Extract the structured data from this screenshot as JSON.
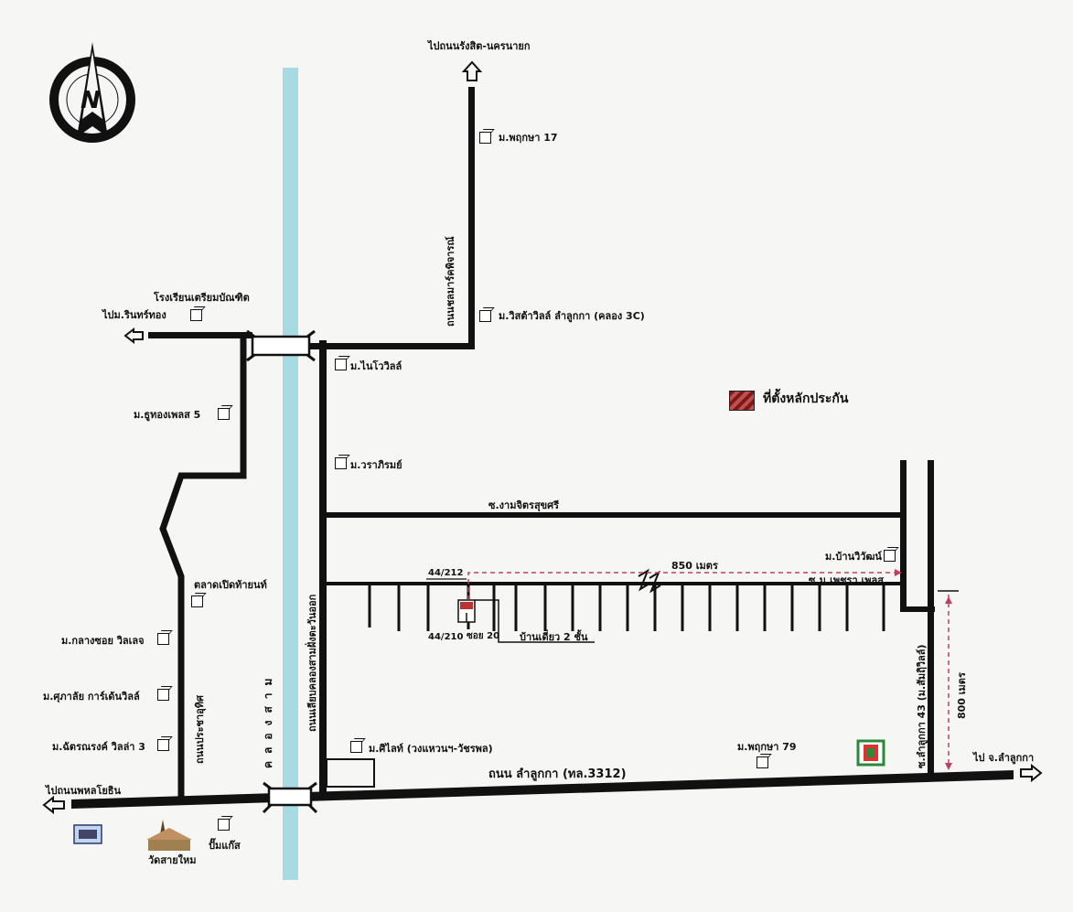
{
  "labels": {
    "to_rangsit": "ไปถนนรังสิต-นครนายก",
    "villa17": "ม.พฤกษา 17",
    "road_marketing": "ถนนชลมาร์คพิจารณ์",
    "villa_vista": "ม.วิสต้าวิลล์ ลำลูกกา (คลอง 3C)",
    "school": "โรงเรียนเตรียมบัณฑิต",
    "to_rinthong": "ไปม.รินทร์ทอง",
    "villa_novel": "ม.ไนโววิลล์",
    "villa_thong": "ม.ธูทองเพลส 5",
    "villa_warari": "ม.วราภิรมย์",
    "soi_ngam": "ซ.งามจิตรสุขศรี",
    "market": "ตลาดเปิดท้ายนท์",
    "villa_klang": "ม.กลางซอย วิลเลจ",
    "villa_supalai": "ม.ศุภาลัย การ์เด้นวิลล์",
    "villa_chat": "ม.ฉัตรณรงค์ วิลล่า 3",
    "road_prachautit": "ถนนประชาอุทิศ",
    "canal": "คลองสาม",
    "road_canal_east": "ถนนเลียบคลองสามฝั่งตะวันออก",
    "addr1": "44/212",
    "addr2": "44/210",
    "soi20": "ซอย 20",
    "house_type": "บ้านเดี่ยว 2 ชั้น",
    "dist_h": "850 เมตร",
    "soi_phetchara": "ซ.ม.เพชรา เพลส",
    "villa_ban": "ม.บ้านวิวัฒน์",
    "villa_sirat": "ม.ศิไลท์ (วงแหวนฯ-วัชรพล)",
    "villa79": "ม.พฤกษา 79",
    "road_lamlukka": "ถนน ลำลูกกา (ทล.3312)",
    "soi43": "ซ.ลำลูกกา 43 (ม.สัมฤิวิลล์)",
    "dist_v": "800 เมตร",
    "to_lamlukka": "ไป จ.ลำลูกกา",
    "to_phahonyothin": "ไปถนนพหลโยธิน",
    "temple": "วัดสายใหม",
    "gas": "ปั๊มแก๊ส",
    "legend": "ที่ตั้งหลักประกัน",
    "compass": "N"
  },
  "colors": {
    "road": "#111111",
    "canal": "#a6dbe4",
    "dashed": "#c04060",
    "legend": "#8b2525"
  }
}
